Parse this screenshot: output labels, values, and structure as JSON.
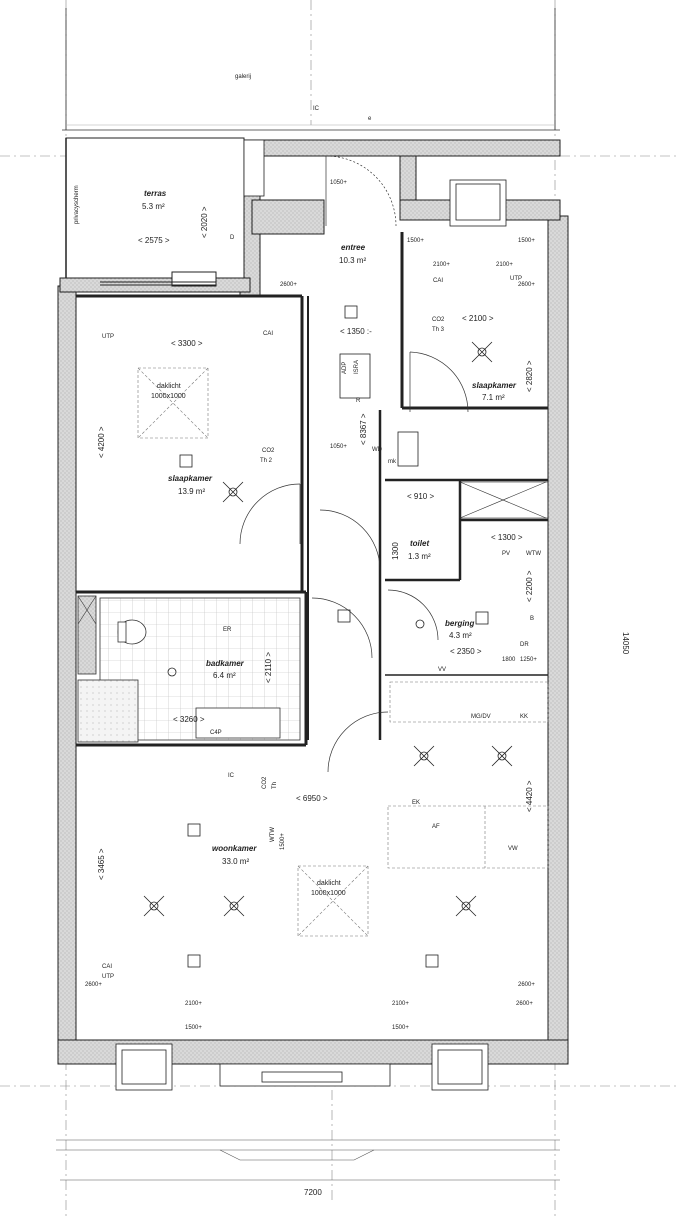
{
  "rooms": {
    "terras": {
      "name": "terras",
      "area": "5.3 m²",
      "dim_w": "< 2575 >",
      "dim_h": "< 2020 >",
      "screen": "privacyscherm"
    },
    "entree": {
      "name": "entree",
      "area": "10.3 m²",
      "dim": "< 1350 :-"
    },
    "slaapkamer1": {
      "name": "slaapkamer",
      "area": "7.1 m²",
      "dim_w": "< 2100 >",
      "dim_h": "< 2820 >"
    },
    "slaapkamer2": {
      "name": "slaapkamer",
      "area": "13.9 m²",
      "dim_w": "< 3300 >",
      "dim_h": "< 4200 >"
    },
    "toilet": {
      "name": "toilet",
      "area": "1.3 m²",
      "dim_w": "< 910 >",
      "dim_h": "1300"
    },
    "berging": {
      "name": "berging",
      "area": "4.3 m²",
      "dim_w": "< 2350 >",
      "dim_w2": "< 1300 >",
      "dim_h": "< 2200 >"
    },
    "badkamer": {
      "name": "badkamer",
      "area": "6.4 m²",
      "dim_w": "< 3260 >",
      "dim_h": "< 2110 >"
    },
    "woonkamer": {
      "name": "woonkamer",
      "area": "33.0 m²",
      "dim_w": "< 6950 >",
      "dim_h": "< 3465 >",
      "dim_h2": "< 4420 >"
    }
  },
  "skylights": {
    "slaapkamer": {
      "line1": "daklicht",
      "line2": "1000x1000"
    },
    "woonkamer": {
      "line1": "daklicht",
      "line2": "1000x1000"
    }
  },
  "labels": {
    "galerij": "galerij",
    "ic_top": "IC",
    "e_top": "e",
    "d_terras": "D",
    "hall_dim": "< 8367 >",
    "hall_1050": "1050+",
    "hall_1050b": "1050+",
    "mk": "mk",
    "wd": "WD",
    "er": "ER",
    "c4p": "C4P",
    "ic_liv": "IC",
    "co2_liv": "CO2",
    "th_liv": "Th",
    "wtw_liv": "WTW",
    "wtw_liv_h": "1500+",
    "pv": "PV",
    "wtw": "WTW",
    "dr": "DR",
    "b": "B",
    "h1800": "1800",
    "h1250": "1250+",
    "vv": "VV",
    "mgdv": "MG/DV",
    "kk": "KK",
    "ek": "EK",
    "af": "AF",
    "vw": "VW",
    "abp": "ADP",
    "isra": "ISRA",
    "r": "R",
    "cai_bed2": "CAI",
    "co2_bed2": "CO2",
    "th_bed2": "Th 2",
    "utp_bed2": "UTP",
    "cai_bed1": "CAI",
    "utp_bed1": "UTP",
    "co2_bed1": "CO2",
    "th_bed1": "Th 3",
    "cai_liv": "CAI",
    "utp_liv": "UTP",
    "b_2100a": "2100+",
    "b_2100b": "2100+",
    "b_1500a": "1500+",
    "b_1500b": "1500+",
    "b_2600": "2600+",
    "b_2600b": "2600+",
    "b_2600c": "2600+",
    "l_2600a": "2600+",
    "l_2600b": "2600+",
    "l_2100a": "2100+",
    "l_2100b": "2100+",
    "l_1500a": "1500+",
    "l_1500b": "1500+",
    "total_w": "7200",
    "total_h": "14050"
  }
}
